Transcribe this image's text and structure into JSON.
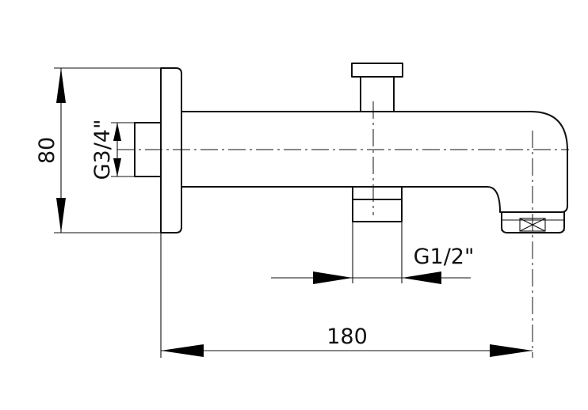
{
  "dimensions": {
    "height_label": "80",
    "inlet_thread_label": "G3/4\"",
    "diverter_thread_label": "G1/2\"",
    "length_label": "180"
  },
  "colors": {
    "line": "#111111",
    "background": "#ffffff"
  }
}
